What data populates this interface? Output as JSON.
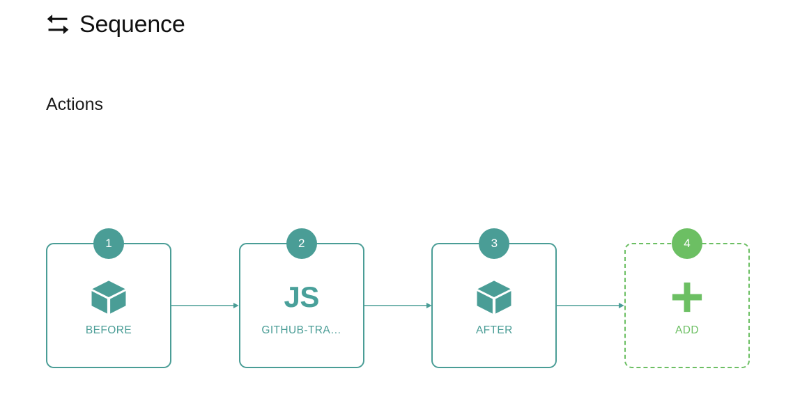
{
  "header": {
    "icon": "swap-arrows-icon",
    "title": "Sequence"
  },
  "section": {
    "label": "Actions"
  },
  "colors": {
    "teal": "#4a9d96",
    "teal_text": "#49a09a",
    "green": "#6cbf63",
    "background": "#ffffff",
    "title_text": "#101010"
  },
  "flow": {
    "connector_arrow": "arrow-right-icon",
    "nodes": [
      {
        "badge": "1",
        "icon": "cube-icon",
        "icon_text": "",
        "label": "BEFORE",
        "style": "solid",
        "color": "#4a9d96"
      },
      {
        "badge": "2",
        "icon": "js-text-icon",
        "icon_text": "JS",
        "label": "GITHUB-TRA…",
        "style": "solid",
        "color": "#4a9d96"
      },
      {
        "badge": "3",
        "icon": "cube-icon",
        "icon_text": "",
        "label": "AFTER",
        "style": "solid",
        "color": "#4a9d96"
      },
      {
        "badge": "4",
        "icon": "plus-icon",
        "icon_text": "",
        "label": "ADD",
        "style": "dashed",
        "color": "#6cbf63"
      }
    ]
  }
}
